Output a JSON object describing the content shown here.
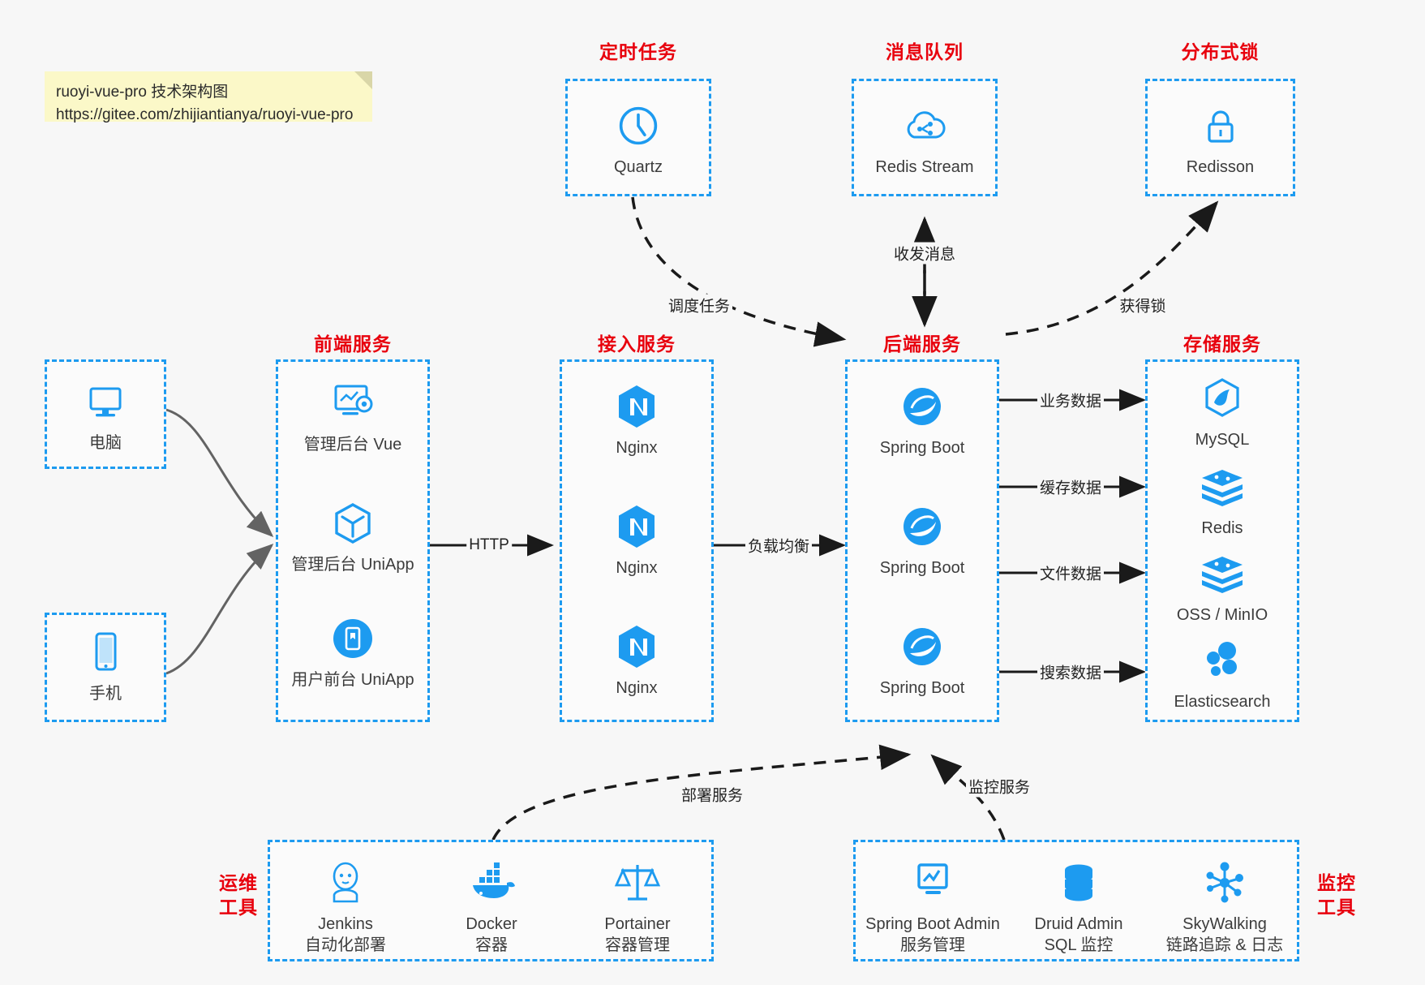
{
  "note": {
    "line1": "ruoyi-vue-pro 技术架构图",
    "line2": "https://gitee.com/zhijiantianya/ruoyi-vue-pro"
  },
  "colors": {
    "accent": "#1d9bf0",
    "title": "#e8000d",
    "note_bg": "#fbf8c8",
    "bg": "#f7f7f7"
  },
  "groups": {
    "scheduled": {
      "title": "定时任务",
      "items": [
        {
          "label": "Quartz",
          "icon": "clock-icon"
        }
      ]
    },
    "mq": {
      "title": "消息队列",
      "items": [
        {
          "label": "Redis Stream",
          "icon": "cloud-stream-icon"
        }
      ]
    },
    "lock": {
      "title": "分布式锁",
      "items": [
        {
          "label": "Redisson",
          "icon": "padlock-icon"
        }
      ]
    },
    "clients": {
      "items": [
        {
          "label": "电脑",
          "icon": "desktop-monitor-icon"
        },
        {
          "label": "手机",
          "icon": "mobile-phone-icon"
        }
      ]
    },
    "frontend": {
      "title": "前端服务",
      "items": [
        {
          "label": "管理后台 Vue",
          "icon": "dashboard-gear-icon"
        },
        {
          "label": "管理后台 UniApp",
          "icon": "hexagon-cube-icon"
        },
        {
          "label": "用户前台 UniApp",
          "icon": "mobile-app-icon"
        }
      ]
    },
    "gateway": {
      "title": "接入服务",
      "items": [
        {
          "label": "Nginx",
          "icon": "nginx-icon"
        },
        {
          "label": "Nginx",
          "icon": "nginx-icon"
        },
        {
          "label": "Nginx",
          "icon": "nginx-icon"
        }
      ]
    },
    "backend": {
      "title": "后端服务",
      "items": [
        {
          "label": "Spring Boot",
          "icon": "spring-boot-icon"
        },
        {
          "label": "Spring Boot",
          "icon": "spring-boot-icon"
        },
        {
          "label": "Spring Boot",
          "icon": "spring-boot-icon"
        }
      ]
    },
    "storage": {
      "title": "存储服务",
      "items": [
        {
          "label": "MySQL",
          "icon": "mysql-icon"
        },
        {
          "label": "Redis",
          "icon": "redis-icon"
        },
        {
          "label": "OSS / MinIO",
          "icon": "oss-minio-icon"
        },
        {
          "label": "Elasticsearch",
          "icon": "elasticsearch-icon"
        }
      ]
    },
    "devops": {
      "title_l1": "运维",
      "title_l2": "工具",
      "items": [
        {
          "label": "Jenkins",
          "sub": "自动化部署",
          "icon": "jenkins-icon"
        },
        {
          "label": "Docker",
          "sub": "容器",
          "icon": "docker-icon"
        },
        {
          "label": "Portainer",
          "sub": "容器管理",
          "icon": "portainer-scales-icon"
        }
      ]
    },
    "monitor": {
      "title_l1": "监控",
      "title_l2": "工具",
      "items": [
        {
          "label": "Spring Boot Admin",
          "sub": "服务管理",
          "icon": "monitor-chart-icon"
        },
        {
          "label": "Druid Admin",
          "sub": "SQL 监控",
          "icon": "database-stack-icon"
        },
        {
          "label": "SkyWalking",
          "sub": "链路追踪 & 日志",
          "icon": "skywalking-icon"
        }
      ]
    }
  },
  "edges": {
    "http": "HTTP",
    "load_balance": "负载均衡",
    "schedule_task": "调度任务",
    "send_receive_msg": "收发消息",
    "acquire_lock": "获得锁",
    "business_data": "业务数据",
    "cache_data": "缓存数据",
    "file_data": "文件数据",
    "search_data": "搜索数据",
    "deploy_service": "部署服务",
    "monitor_service": "监控服务"
  }
}
